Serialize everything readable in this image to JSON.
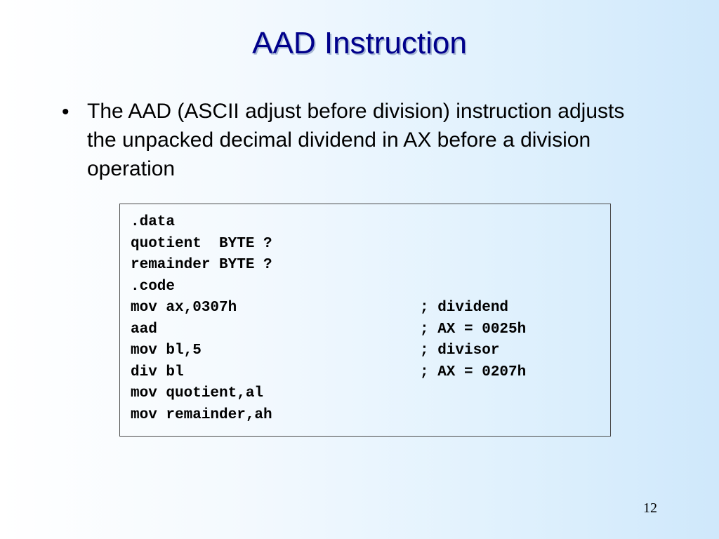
{
  "slide": {
    "title": "AAD Instruction",
    "bullet_marker": "•",
    "bullet_text": "The AAD (ASCII adjust before division) instruction adjusts the unpacked decimal dividend in AX before a division operation",
    "page_number": "12"
  },
  "code": {
    "lines": [
      {
        "instr": ".data",
        "comment": ""
      },
      {
        "instr": "quotient  BYTE ?",
        "comment": ""
      },
      {
        "instr": "remainder BYTE ?",
        "comment": ""
      },
      {
        "instr": ".code",
        "comment": ""
      },
      {
        "instr": "mov ax,0307h",
        "comment": "; dividend"
      },
      {
        "instr": "aad",
        "comment": "; AX = 0025h"
      },
      {
        "instr": "mov bl,5",
        "comment": "; divisor"
      },
      {
        "instr": "div bl",
        "comment": "; AX = 0207h"
      },
      {
        "instr": "mov quotient,al",
        "comment": ""
      },
      {
        "instr": "mov remainder,ah",
        "comment": ""
      }
    ]
  },
  "colors": {
    "title": "#00008b",
    "background_left": "#ffffff",
    "background_right": "#cfe8fb",
    "text": "#000000"
  }
}
